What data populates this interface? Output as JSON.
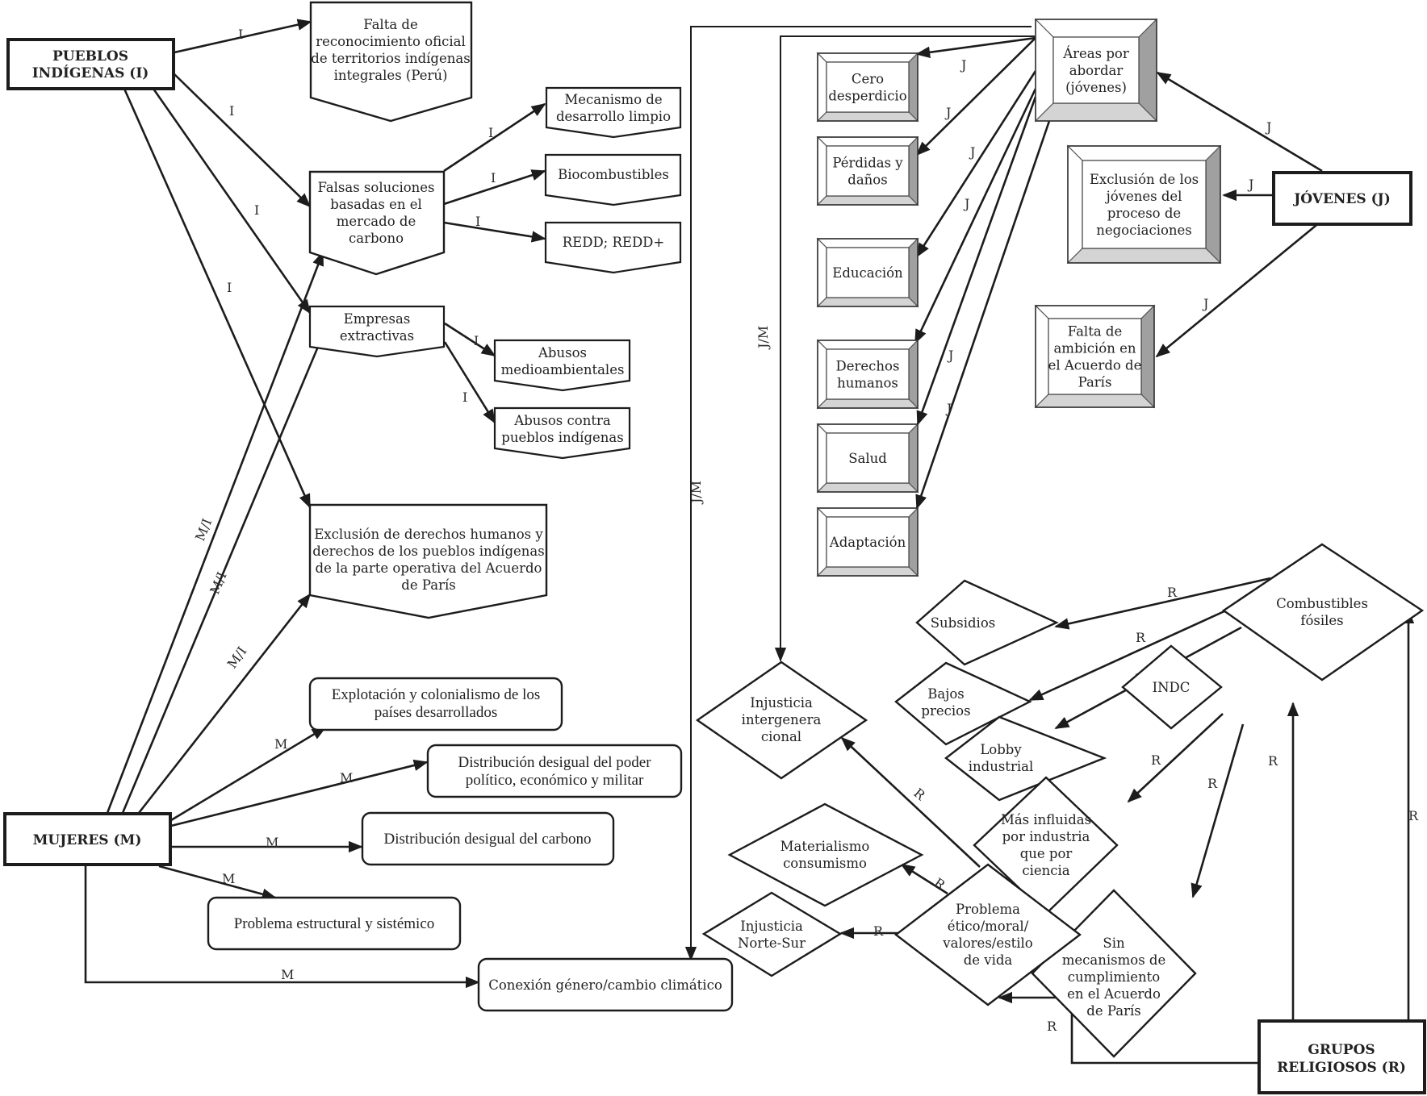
{
  "actors": {
    "indigenas": {
      "label": [
        "PUEBLOS",
        "INDÍGENAS (I)"
      ],
      "code": "I"
    },
    "mujeres": {
      "label": [
        "MUJERES (M)"
      ],
      "code": "M"
    },
    "jovenes": {
      "label": [
        "JÓVENES (J)"
      ],
      "code": "J"
    },
    "religiosos": {
      "label": [
        "GRUPOS",
        "RELIGIOSOS (R)"
      ],
      "code": "R"
    }
  },
  "nodes": {
    "falta_reconocimiento": [
      "Falta de",
      "reconocimiento oficial",
      "de territorios indígenas",
      "integrales (Perú)"
    ],
    "falsas_soluciones": [
      "Falsas soluciones",
      "basadas en el",
      "mercado de",
      "carbono"
    ],
    "mdl": [
      "Mecanismo de",
      "desarrollo limpio"
    ],
    "biocombustibles": [
      "Biocombustibles"
    ],
    "redd": [
      "REDD; REDD+"
    ],
    "empresas": [
      "Empresas",
      "extractivas"
    ],
    "abusos_medio": [
      "Abusos",
      "medioambientales"
    ],
    "abusos_pueblos": [
      "Abusos contra",
      "pueblos indígenas"
    ],
    "exclusion_ddhh": [
      "Exclusión de derechos humanos y",
      "derechos de los pueblos indígenas",
      "de la parte operativa del Acuerdo",
      "de París"
    ],
    "explotacion": [
      "Explotación y colonialismo de los",
      "países desarrollados"
    ],
    "poder": [
      "Distribución desigual del poder",
      "político, económico y militar"
    ],
    "carbono": [
      "Distribución desigual del carbono"
    ],
    "estructural": [
      "Problema estructural y sistémico"
    ],
    "conexion": [
      "Conexión género/cambio climático"
    ],
    "areas": [
      "Áreas por",
      "abordar",
      "(jóvenes)"
    ],
    "cero": [
      "Cero",
      "desperdicio"
    ],
    "perdidas": [
      "Pérdidas y",
      "daños"
    ],
    "educacion": [
      "Educación"
    ],
    "derechos": [
      "Derechos",
      "humanos"
    ],
    "salud": [
      "Salud"
    ],
    "adaptacion": [
      "Adaptación"
    ],
    "exclusion_jovenes": [
      "Exclusión de los",
      "jóvenes del",
      "proceso de",
      "negociaciones"
    ],
    "falta_ambicion": [
      "Falta de",
      "ambición en",
      "el Acuerdo de",
      "París"
    ],
    "combustibles": [
      "Combustibles",
      "fósiles"
    ],
    "subsidios": [
      "Subsidios"
    ],
    "bajos_precios": [
      "Bajos",
      "precios"
    ],
    "lobby": [
      "Lobby",
      "industrial"
    ],
    "indc": [
      "INDC"
    ],
    "mas_influidas": [
      "Más influidas",
      "por industria",
      "que por",
      "ciencia"
    ],
    "sin_mecanismos": [
      "Sin",
      "mecanismos de",
      "cumplimiento",
      "en el Acuerdo",
      "de París"
    ],
    "injusticia_inter": [
      "Injusticia",
      "intergenera",
      "cional"
    ],
    "materialismo": [
      "Materialismo",
      "consumismo"
    ],
    "injusticia_ns": [
      "Injusticia",
      "Norte-Sur"
    ],
    "problema_etico": [
      "Problema",
      "ético/moral/",
      "valores/estilo",
      "de vida"
    ]
  },
  "edge_labels": {
    "I": "I",
    "M": "M",
    "J": "J",
    "R": "R",
    "MI": "M/I",
    "JM": "J/M"
  },
  "colors": {
    "line": "#1c1c1c",
    "bevel_light": "#ffffff",
    "bevel_mid": "#d4d4d4",
    "bevel_dark": "#a0a0a0",
    "background": "#ffffff"
  }
}
